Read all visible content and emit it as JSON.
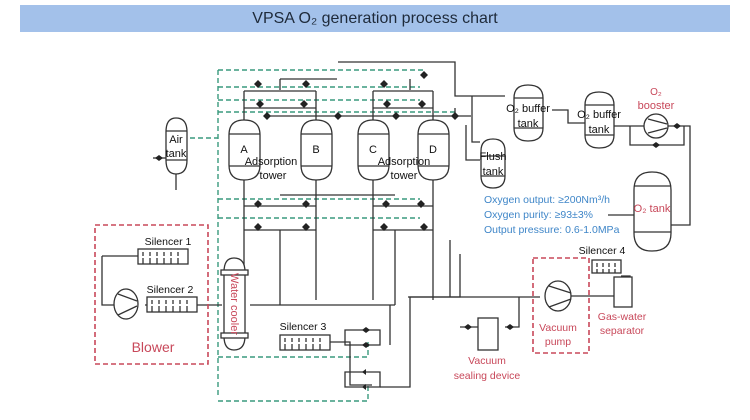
{
  "title": "VPSA O₂ generation process chart",
  "colors": {
    "title_bg": "#a3c1ea",
    "pipe": "#333333",
    "control_line": "#3a9a7e",
    "equipment_label": "#c8485a",
    "spec_text": "#3f86c8"
  },
  "components": {
    "air_tank": {
      "line1": "Air",
      "line2": "tank"
    },
    "towers": [
      {
        "id": "A"
      },
      {
        "id": "B"
      },
      {
        "id": "C"
      },
      {
        "id": "D"
      }
    ],
    "adsorption_label_1": {
      "line1": "Adsorption",
      "line2": "tower"
    },
    "adsorption_label_2": {
      "line1": "Adsorption",
      "line2": "tower"
    },
    "flush_tank": {
      "line1": "Flush",
      "line2": "tank"
    },
    "o2_buffer_tank_1": {
      "line1": "O₂ buffer",
      "line2": "tank"
    },
    "o2_buffer_tank_2": {
      "line1": "O₂ buffer",
      "line2": "tank"
    },
    "o2_booster": {
      "line1": "O₂",
      "line2": "booster"
    },
    "o2_tank": {
      "label": "O₂ tank"
    },
    "silencer_1": "Silencer 1",
    "silencer_2": "Silencer 2",
    "silencer_3": "Silencer 3",
    "silencer_4": "Silencer 4",
    "blower": "Blower",
    "water_cooler": "Water cooler",
    "vacuum_sealing_device": {
      "line1": "Vacuum",
      "line2": "sealing device"
    },
    "vacuum_pump": {
      "line1": "Vacuum",
      "line2": "pump"
    },
    "gas_water_separator": {
      "line1": "Gas-water",
      "line2": "separator"
    }
  },
  "specs": [
    "Oxygen output: ≥200Nm³/h",
    "Oxygen purity: ≥93±3%",
    "Output pressure: 0.6-1.0MPa"
  ]
}
